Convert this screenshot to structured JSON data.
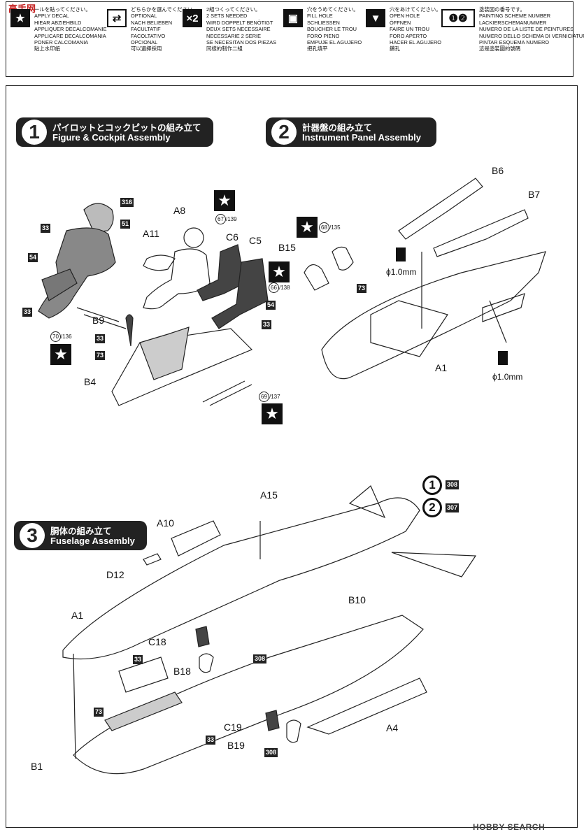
{
  "watermark": {
    "top": "高手网",
    "bottom": "HOBBY SEARCH"
  },
  "legend": [
    {
      "icon": "★",
      "text": "ールを貼ってください。\nAPPLY DECAL\nHIEAR ABZIEHBILD\nAPPLIQUER DECALCOMANIE\nAPPLICARE DECALCOMANIA\nPONER CALCOMANIA\n貼上水印紙"
    },
    {
      "icon": "⇄",
      "text": "どちらかを選んでください。\nOPTIONAL\nNACH BELIEBEN\nFACULTATIF\nFACOLTATIVO\nOPCIONAL\n可以選擇採用"
    },
    {
      "icon": "×2",
      "text": "2組つくってください。\n2 SETS NEEDED\nWIRD DOPPELT BENÖTIGT\nDEUX SETS NECESSAIRE\nNECESSARIE 2 SERIE\nSE NECESITAN DOS PIEZAS\n同樣的制作二組"
    },
    {
      "icon": "▣",
      "text": "穴をうめてください。\nFILL HOLE\nSCHLIESSEN\nBOUCHER LE TROU\nFORO PIENO\nEMPUJE EL AGUJERO\n把孔填平"
    },
    {
      "icon": "▼",
      "text": "穴をあけてください。\nOPEN HOLE\nÖFFNEN\nFAIRE UN TROU\nFORO APERTO\nHACER EL AGUJERO\n鑽孔"
    },
    {
      "icon": "❶❷",
      "text": "塗装図の番号です。\nPAINTING SCHEME NUMBER\nLACKIERSCHEMANUMMER\nNUMERO DE LA LISTE DE PEINTURES\nNUMERO DELLO SCHEMA DI VERNICIATURA\nPINTAR ESQUEMA NUMERO\n這是塗裝圖的號碼"
    }
  ],
  "steps": [
    {
      "num": "1",
      "jp": "パイロットとコックピットの組み立て",
      "en": "Figure & Cockpit Assembly"
    },
    {
      "num": "2",
      "jp": "計器盤の組み立て",
      "en": "Instrument Panel Assembly"
    },
    {
      "num": "3",
      "jp": "胴体の組み立て",
      "en": "Fuselage Assembly"
    }
  ],
  "parts": {
    "a8": "A8",
    "a11": "A11",
    "c6": "C6",
    "c5": "C5",
    "b15": "B15",
    "b9": "B9",
    "b4": "B4",
    "b6": "B6",
    "b7": "B7",
    "a1_top": "A1",
    "a15": "A15",
    "a10": "A10",
    "d12": "D12",
    "a1_bot": "A1",
    "b10": "B10",
    "c18": "C18",
    "b18": "B18",
    "c19": "C19",
    "b19": "B19",
    "a4": "A4",
    "b1": "B1"
  },
  "dims": {
    "d1": "ϕ1.0mm",
    "d2": "ϕ1.0mm"
  },
  "colors": {
    "n316": "316",
    "n51": "51",
    "n33a": "33",
    "n54a": "54",
    "n33b": "33",
    "n54b": "54",
    "n33c": "33",
    "n33d": "33",
    "n73a": "73",
    "n73b": "73",
    "n308a": "308",
    "n307": "307",
    "n33e": "33",
    "n308b": "308",
    "n73c": "73",
    "n33f": "33",
    "n308c": "308"
  },
  "decals": {
    "d67": "67",
    "d139": "139",
    "d66": "66",
    "d138": "138",
    "d70": "70",
    "d136": "136",
    "d69": "69",
    "d137": "137",
    "d68": "68",
    "d135": "135"
  },
  "schemes": {
    "s1": "1",
    "s2": "2"
  }
}
